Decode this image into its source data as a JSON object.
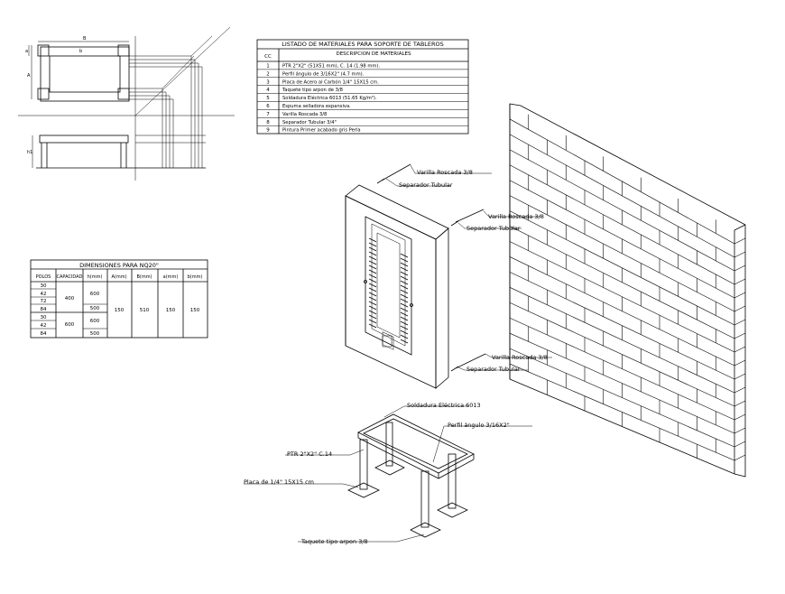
{
  "materials_table": {
    "title": "LISTADO DE MATERIALES PARA SOPORTE DE TABLEROS",
    "header_cc": "CC",
    "header_desc": "DESCRIPCION DE MATERIALES",
    "rows": [
      {
        "n": "1",
        "d": "PTR 2\"X2\" (51X51 mm), C. 14 (1.98 mm)."
      },
      {
        "n": "2",
        "d": "Perfil ángulo de 3/16X2\" (4.7 mm)."
      },
      {
        "n": "3",
        "d": "Placa de Acero al Carbón 1/4\" 15X15 cm."
      },
      {
        "n": "4",
        "d": "Taquete tipo arpon de 3/8"
      },
      {
        "n": "5",
        "d": "Soldadura Eléctrica 6013 (51.65 Kg/m²)."
      },
      {
        "n": "6",
        "d": "Espuma selladora expansiva."
      },
      {
        "n": "7",
        "d": "Varilla Roscada 3/8"
      },
      {
        "n": "8",
        "d": "Separador Tubular 3/4\""
      },
      {
        "n": "9",
        "d": "Pintura Primer acabado gris Perla"
      }
    ]
  },
  "dimensions_table": {
    "title": "DIMENSIONES PARA NQ20\"",
    "headers": [
      "POLOS",
      "CAPACIDAD",
      "h(mm)",
      "A(mm)",
      "B(mm)",
      "a(mm)",
      "b(mm)"
    ],
    "polos": [
      "30",
      "42",
      "72",
      "84",
      "30",
      "42",
      "84"
    ],
    "capacidad": [
      "400",
      "600"
    ],
    "h_values": [
      "600",
      "500",
      "600",
      "500"
    ],
    "a_val": "150",
    "b_val": "510",
    "a_small": "150",
    "b_small": "150"
  },
  "plan_labels": {
    "a": "a",
    "b": "b",
    "A": "A",
    "B": "B",
    "h1": "h1"
  },
  "callouts": {
    "varilla_1": "Varilla Roscada 3/8",
    "separador_1": "Separador Tubular",
    "varilla_2": "Varilla Roscada 3/8",
    "separador_2": "Separador Tubular",
    "varilla_3": "Varilla Roscada 3/8",
    "separador_3": "Separador Tubular",
    "soldadura": "Soldadura Eléctrica 6013",
    "perfil": "Perfil ángulo 3/16X2\"",
    "ptr": "PTR 2\"X2\" C.14",
    "placa": "Placa de 1/4\" 15X15 cm",
    "taquete": "Taquete tipo arpon 3/8"
  }
}
